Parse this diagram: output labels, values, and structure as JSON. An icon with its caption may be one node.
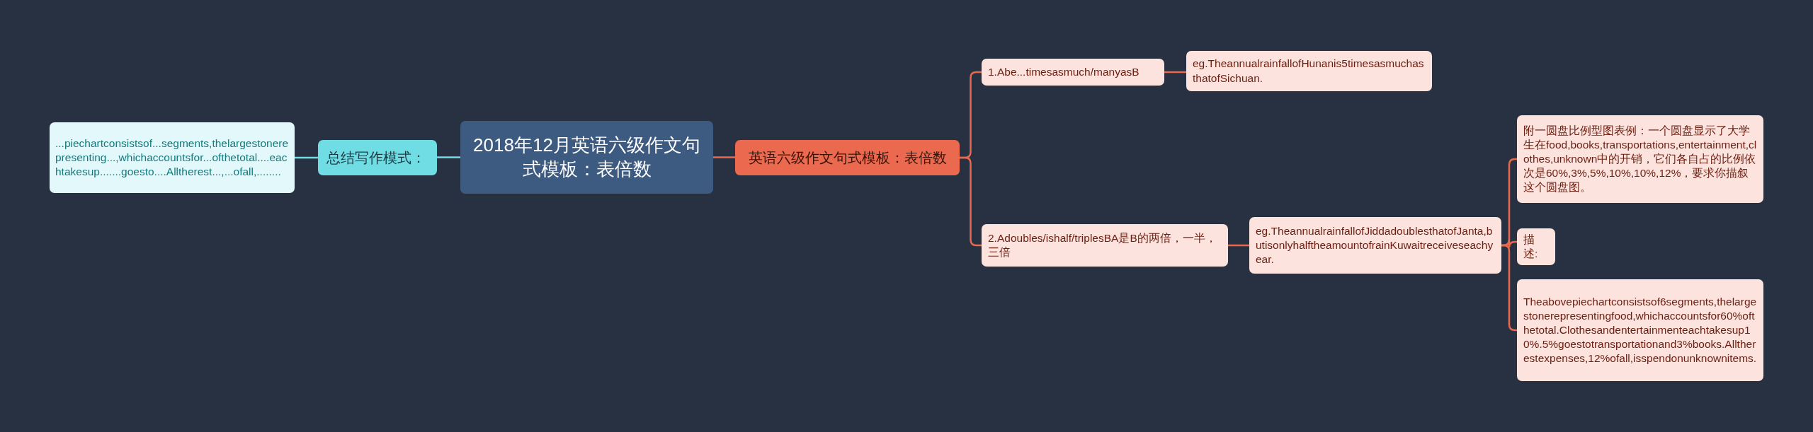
{
  "diagram": {
    "nodes": [
      {
        "text": [
          "2018年12月英语六级作文句式模板：表倍数"
        ]
      },
      {
        "text": [
          "总结写作模式："
        ]
      },
      {
        "text": [
          "...piechartconsistsof...segments,thelargestonerepresenting...,whichaccountsfor...ofthetotal....eachtakesup.......goesto....Alltherest...,...ofall,........"
        ]
      },
      {
        "text": [
          "英语六级作文句式模板：表倍数"
        ]
      },
      {
        "text": [
          "1.Abe...timesasmuch/manyasB"
        ]
      },
      {
        "text": [
          "eg.TheannualrainfallofHunanis5timesasmuchasthatofSichuan."
        ]
      },
      {
        "text": [
          "2.Adoubles/ishalf/triplesBA是B的两倍，一半，三倍"
        ]
      },
      {
        "text": [
          "eg.TheannualrainfallofJiddadoublesthatofJanta,butisonlyhalftheamountofrainKuwaitreceiveseachyear."
        ]
      },
      {
        "text": [
          "附一圆盘比例型图表例：一个圆盘显示了大学生在food,books,transportations,entertainment,clothes,unknown中的开销，它们各自占的比例依次是60%,3%,5%,10%,10%,12%，要求你描叙这个圆盘图。"
        ]
      },
      {
        "text": [
          "描述:"
        ]
      },
      {
        "text": [
          "Theabovepiechartconsistsof6segments,thelargestonerepresentingfood,whichaccountsfor60%ofthetotal.Clothesandentertainmenteachtakesup10%.5%goestotransportationand3%books.Alltherestexpenses,12%ofall,isspendonunknownitems."
        ]
      }
    ],
    "edges": [
      {
        "from": 0,
        "to": 1,
        "arrow": "none",
        "color": "#6fdde3"
      },
      {
        "from": 1,
        "to": 2,
        "arrow": "none",
        "color": "#6fdde3"
      },
      {
        "from": 0,
        "to": 3,
        "arrow": "none"
      },
      {
        "from": 3,
        "to": 4,
        "arrow": "none"
      },
      {
        "from": 3,
        "to": 6,
        "arrow": "none"
      },
      {
        "from": 4,
        "to": 5,
        "arrow": "none"
      },
      {
        "from": 6,
        "to": 7,
        "arrow": "none"
      },
      {
        "from": 7,
        "to": 8,
        "arrow": "none"
      },
      {
        "from": 7,
        "to": 9,
        "arrow": "none"
      },
      {
        "from": 7,
        "to": 10,
        "arrow": "none"
      }
    ]
  }
}
